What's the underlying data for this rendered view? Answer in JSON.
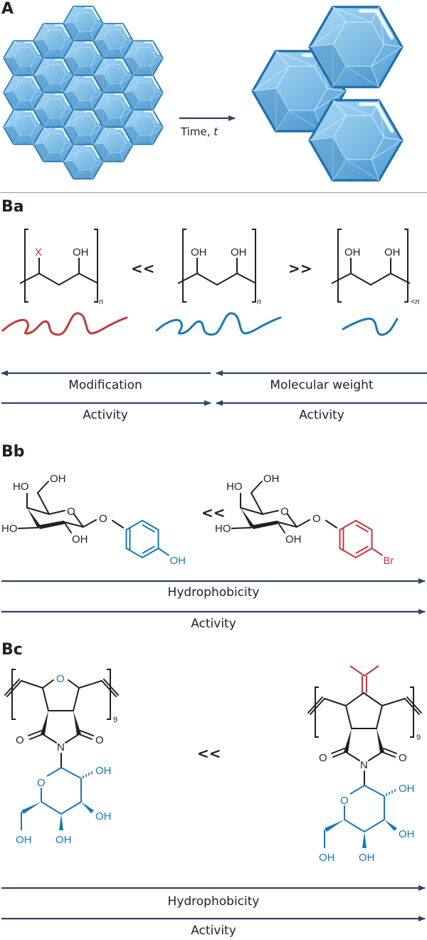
{
  "figure": {
    "colors": {
      "arrow": "#2e4466",
      "text": "#231f20",
      "blue": "#1a78b4",
      "red": "#c0393b",
      "hex_fill": "#7fbde6",
      "hex_stroke": "#1f6fae",
      "divider": "#9a9a9a"
    },
    "panel_a": {
      "label": "A",
      "arrow_label": "Time, ",
      "arrow_label_var": "t",
      "left_cluster_count": 19,
      "right_cluster_count": 3
    },
    "panel_ba": {
      "label": "Ba",
      "structures": [
        {
          "substituent_1": "X",
          "substituent_2": "OH",
          "subscript": "n",
          "chain_color": "red"
        },
        {
          "substituent_1": "OH",
          "substituent_2": "OH",
          "subscript": "n",
          "chain_color": "blue"
        },
        {
          "substituent_1": "OH",
          "substituent_2": "OH",
          "subscript": "<n",
          "chain_color": "blue"
        }
      ],
      "comparators": [
        "<<",
        ">>"
      ],
      "arrows": [
        {
          "label": "Modification",
          "direction": "left"
        },
        {
          "label": "Molecular weight",
          "direction": "left"
        },
        {
          "label": "Activity",
          "direction": "right"
        },
        {
          "label": "Activity",
          "direction": "left"
        }
      ]
    },
    "panel_bb": {
      "label": "Bb",
      "sugar_labels": [
        "HO",
        "OH",
        "HO",
        "OH",
        "O",
        "O"
      ],
      "left_substituent": "OH",
      "right_substituent": "Br",
      "comparator": "<<",
      "arrows": [
        {
          "label": "Hydrophobicity",
          "direction": "right"
        },
        {
          "label": "Activity",
          "direction": "right"
        }
      ]
    },
    "panel_bc": {
      "label": "Bc",
      "ring_heteroatom": "O",
      "imide_labels": [
        "O",
        "N",
        "O"
      ],
      "sugar_labels": [
        "O",
        "OH",
        "OH",
        "OH",
        "OH"
      ],
      "repeat_subscript": "9",
      "comparator": "<<",
      "arrows": [
        {
          "label": "Hydrophobicity",
          "direction": "right"
        },
        {
          "label": "Activity",
          "direction": "right"
        }
      ]
    }
  }
}
